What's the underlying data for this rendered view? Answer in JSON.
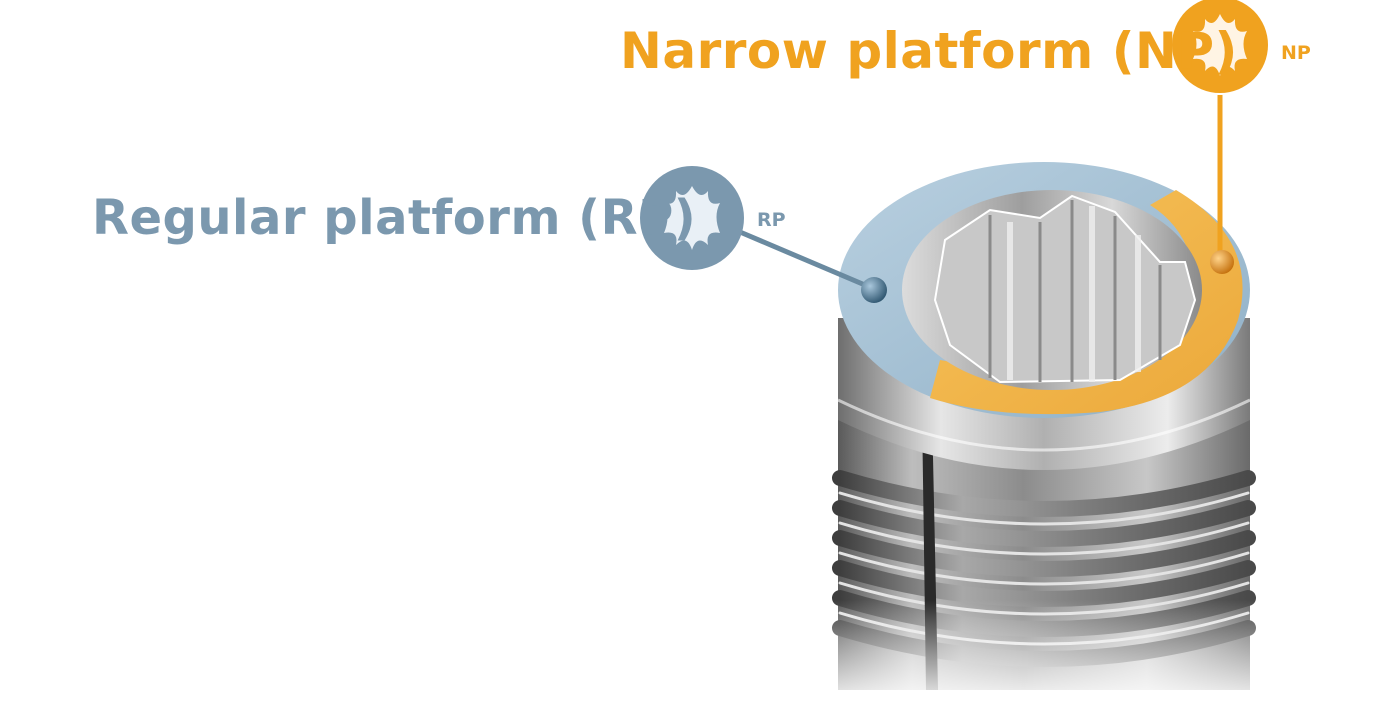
{
  "np": {
    "title": "Narrow platform (NP)",
    "badge": "NP",
    "color": "#f0a21f",
    "icon": "hexalobe-icon"
  },
  "rp": {
    "title": "Regular platform (RP)",
    "badge": "RP",
    "color": "#7b98ae",
    "icon": "hexalobe-icon"
  },
  "colors": {
    "np_ring": "#f4b84a",
    "rp_ring": "#a9c3d6",
    "metal": "#9a9a9a"
  }
}
